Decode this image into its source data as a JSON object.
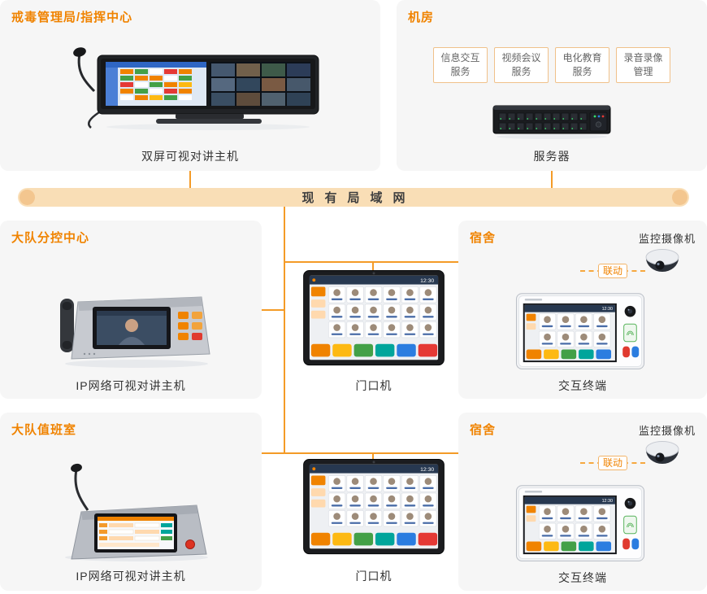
{
  "colors": {
    "accent_orange": "#f08300",
    "connector_orange": "#f49b27",
    "panel_bg": "#f6f6f6",
    "lan_fill": "#f9deb6"
  },
  "lan": {
    "label": "现有局域网"
  },
  "screens": {
    "time": "12:30"
  },
  "panels": {
    "command_center": {
      "title": "戒毒管理局/指挥中心",
      "device_label": "双屏可视对讲主机"
    },
    "machine_room": {
      "title": "机房",
      "device_label": "服务器",
      "services": [
        {
          "line1": "信息交互",
          "line2": "服务"
        },
        {
          "line1": "视频会议",
          "line2": "服务"
        },
        {
          "line1": "电化教育",
          "line2": "服务"
        },
        {
          "line1": "录音录像",
          "line2": "管理"
        }
      ]
    },
    "division_control_center": {
      "title": "大队分控中心",
      "device_label": "IP网络可视对讲主机"
    },
    "division_duty_room": {
      "title": "大队值班室",
      "device_label": "IP网络可视对讲主机"
    },
    "dormitory_1": {
      "title": "宿舍",
      "camera_label": "监控摄像机",
      "linkage_label": "联动",
      "device_label": "交互终端"
    },
    "dormitory_2": {
      "title": "宿舍",
      "camera_label": "监控摄像机",
      "linkage_label": "联动",
      "device_label": "交互终端"
    }
  },
  "door_phones": [
    {
      "label": "门口机"
    },
    {
      "label": "门口机"
    }
  ]
}
